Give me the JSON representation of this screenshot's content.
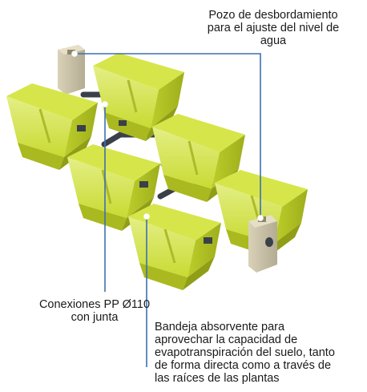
{
  "colors": {
    "tray_top": "#cfe03a",
    "tray_side": "#b3c424",
    "tray_dark": "#95a418",
    "tray_inner": "#dbe86a",
    "pipe": "#3a4049",
    "overflow_well": "#c9c2a8",
    "callout_line": "#3d6fb0"
  },
  "labels": {
    "overflow_well": [
      "Pozo de desbordamiento",
      "para el ajuste del nivel de",
      "agua"
    ],
    "connections": [
      "Conexiones PP Ø110",
      "con junta"
    ],
    "tray": [
      "Bandeja absorvente para",
      "aprovechar la capacidad de",
      "evapotranspiración del suelo, tanto",
      "de forma directa como a través de",
      "las raíces de las plantas"
    ]
  }
}
